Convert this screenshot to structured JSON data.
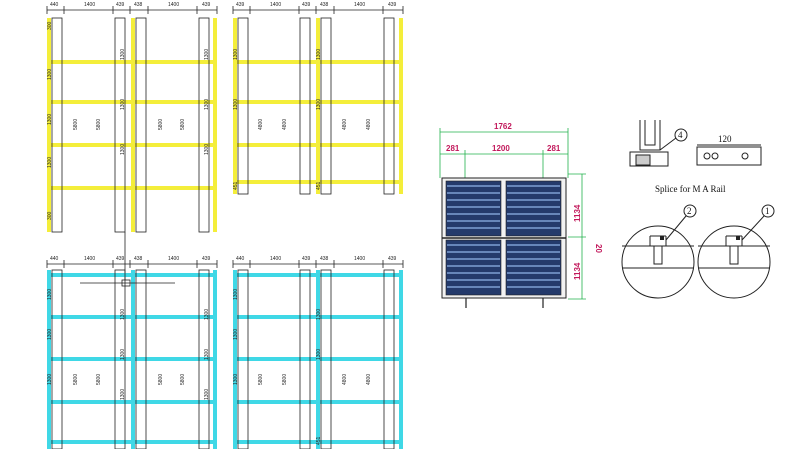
{
  "plans": {
    "top_dims": [
      "440",
      "1400",
      "439",
      "438",
      "1400",
      "439"
    ],
    "top_right_dims": [
      "439",
      "1400",
      "439",
      "438",
      "1400",
      "439"
    ],
    "bottom_dims": [
      "440",
      "1400",
      "439",
      "438",
      "1400",
      "439"
    ],
    "bottom_right_dims": [
      "440",
      "1400",
      "439",
      "438",
      "1400",
      "439"
    ],
    "vert_dims_short": [
      "300",
      "1300",
      "1300",
      "1300",
      "300"
    ],
    "vert_dims_right": [
      "1300",
      "1300",
      "451"
    ],
    "length_label": "5800",
    "length_label_right": "4800",
    "colors": {
      "top_rails": "#f4ee3a",
      "bottom_rails": "#3fd8e6",
      "lines": "#222222"
    }
  },
  "panel_elevation": {
    "overall_width": "1762",
    "overhang_left": "281",
    "center_span": "1200",
    "overhang_right": "281",
    "panel_height_top": "1134",
    "panel_height_bottom": "1134",
    "gap": "20",
    "dim_color": "#c2185b",
    "guide_color": "#22b14c"
  },
  "splice_detail": {
    "bubble_4": "4",
    "width_dim": "120",
    "caption": "Splice for M A Rail"
  },
  "clamp_details": {
    "bubble_2": "2",
    "bubble_1": "1"
  }
}
